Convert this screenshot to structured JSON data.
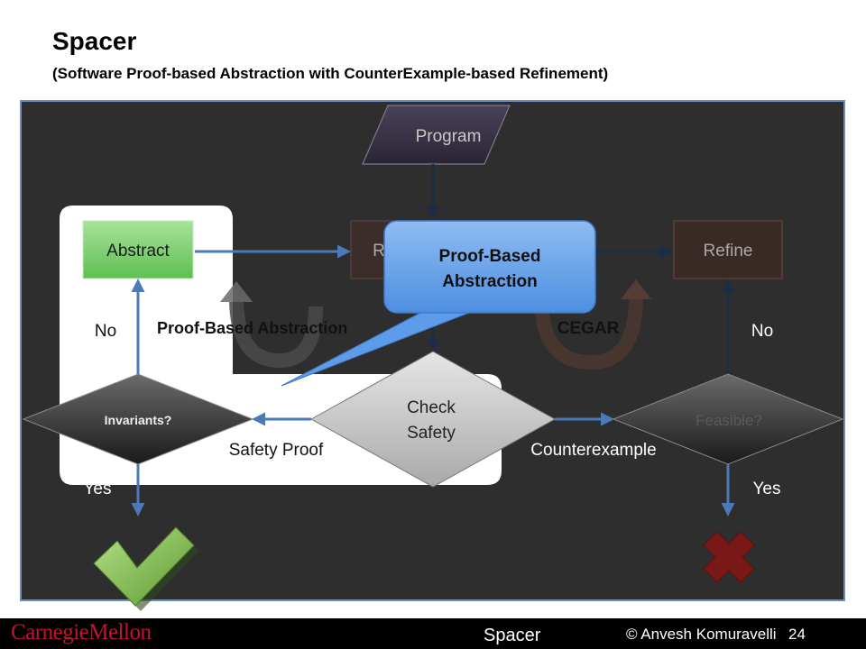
{
  "slide": {
    "title": "Spacer",
    "subtitle": "(Software Proof-based Abstraction with CounterExample-based Refinement)"
  },
  "diagram": {
    "program": "Program",
    "abstract": "Abstract",
    "model_partial": "R",
    "refine": "Refine",
    "callout": [
      "Proof-Based",
      "Abstraction"
    ],
    "pba_label": "Proof-Based Abstraction",
    "cegar_label": "CEGAR",
    "no_left": "No",
    "no_right": "No",
    "invariants": "Invariants?",
    "check_safety": [
      "Check",
      "Safety"
    ],
    "feasible": "Feasible?",
    "safety_proof": "Safety Proof",
    "counterexample": "Counterexample",
    "yes_left": "Yes",
    "yes_right": "Yes"
  },
  "footer": {
    "logo": "CarnegieMellon",
    "center": "Spacer",
    "copyright": "© Anvesh Komuravelli",
    "page": "24"
  },
  "colors": {
    "background_panel": "#2f2f2f",
    "abstract_fill": "#7fd173",
    "refine_fill": "#3a2a26",
    "callout_fill": "#5a9be8",
    "arrow": "#4a7ab8",
    "check_mark": "#7ab648",
    "cross_mark": "#7a1818",
    "logo_red": "#c41230"
  }
}
